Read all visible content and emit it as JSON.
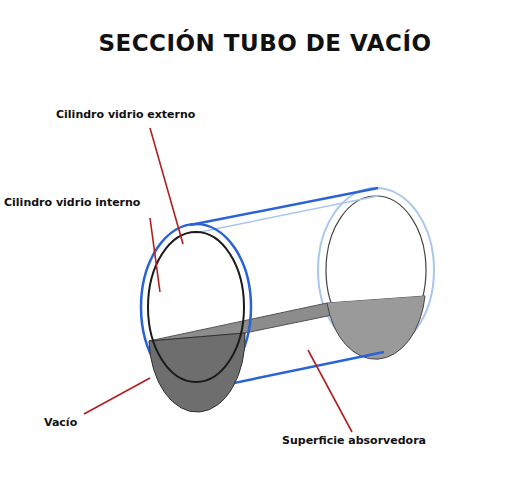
{
  "diagram": {
    "title": "SECCIÓN TUBO DE VACÍO",
    "labels": [
      "Cilindro vidrio externo",
      "Cilindro vidrio interno",
      "Vacío",
      "Superficie absorvedora"
    ]
  }
}
